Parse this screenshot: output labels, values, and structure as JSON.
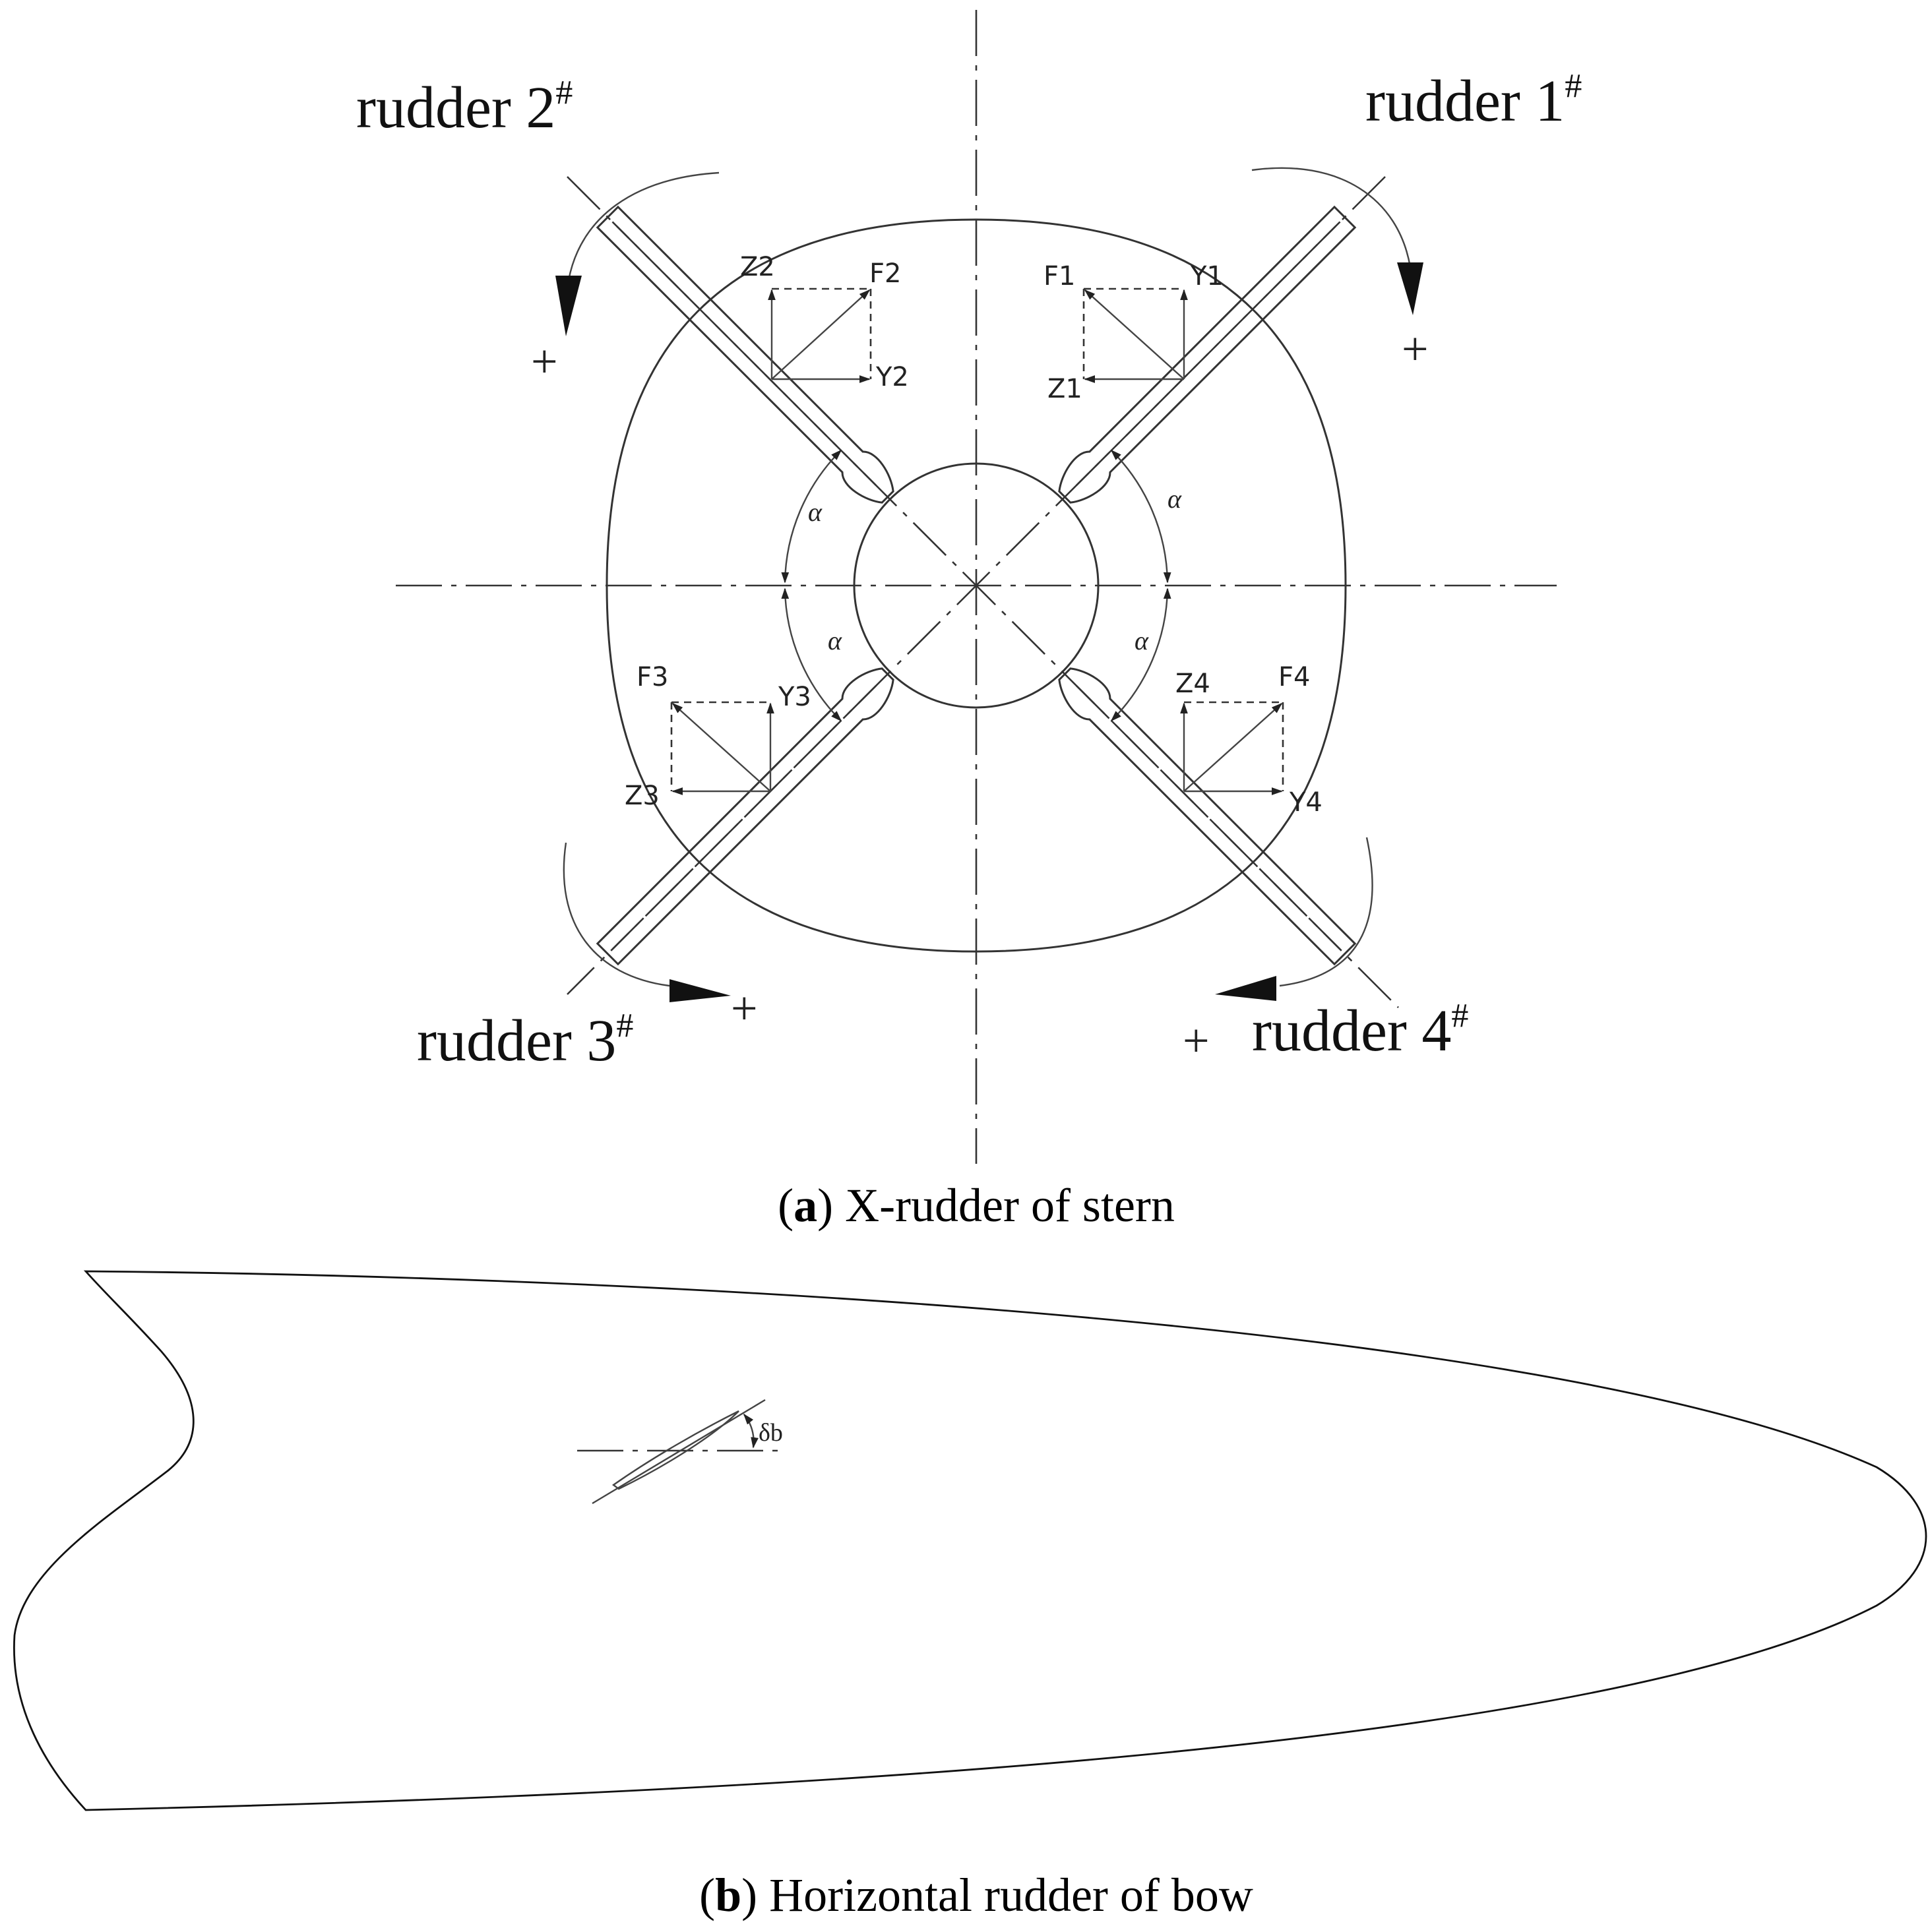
{
  "panel_a": {
    "rudders": [
      {
        "label": "rudder 1",
        "mark": "#"
      },
      {
        "label": "rudder 2",
        "mark": "#"
      },
      {
        "label": "rudder 3",
        "mark": "#"
      },
      {
        "label": "rudder 4",
        "mark": "#"
      }
    ],
    "plus_sign": "+",
    "angle_symbol": "α",
    "forces": {
      "r1": {
        "f": "F1",
        "y": "Y1",
        "z": "Z1"
      },
      "r2": {
        "f": "F2",
        "y": "Y2",
        "z": "Z2"
      },
      "r3": {
        "f": "F3",
        "y": "Y3",
        "z": "Z3"
      },
      "r4": {
        "f": "F4",
        "y": "Y4",
        "z": "Z4"
      }
    },
    "caption": {
      "open": "(",
      "letter": "a",
      "text": ") X-rudder of stern"
    }
  },
  "panel_b": {
    "angle_label": "δb",
    "caption": {
      "open": "(",
      "letter": "b",
      "text": ") Horizontal rudder of bow"
    }
  }
}
